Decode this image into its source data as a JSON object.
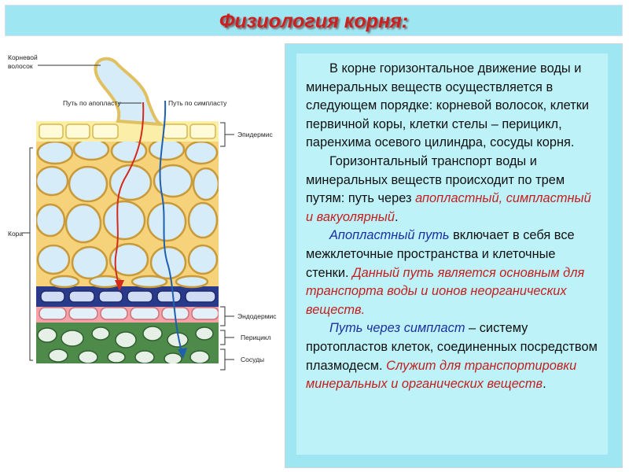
{
  "title": "Физиология корня:",
  "diagram": {
    "labels": {
      "root_hair": [
        "Корневой",
        "волосок"
      ],
      "apoplast_path": "Путь по апопласту",
      "symplast_path": "Путь по симпласту",
      "epidermis": "Эпидермис",
      "cortex": "Кора",
      "endodermis": "Эндодермис",
      "pericycle": "Перицикл",
      "vessels": "Сосуды"
    }
  },
  "text": {
    "p1": "В корне горизонтальное движение воды и минеральных веществ осуществляется в следующем порядке: корневой волосок, клетки первичной коры, клетки стелы – перицикл, паренхима осевого цилиндра, сосуды корня.",
    "p2_a": "Горизонтальный транспорт воды и минеральных веществ происходит по трем путям: путь через ",
    "p2_b": "апопластный, симпластный и вакуолярный",
    "p2_c": ".",
    "p3_a": "Апопластный путь",
    "p3_b": " включает в себя все межклеточные пространства и клеточные стенки. ",
    "p3_c": "Данный путь является основным для транспорта воды и ионов неорганических веществ.",
    "p4_a": "Путь через симпласт",
    "p4_b": " – систему протопластов клеток, соединенных посредством плазмодесм. ",
    "p4_c": "Служит для транспортировки минеральных и органических веществ",
    "p4_d": "."
  },
  "colors": {
    "title": "#cc2020",
    "panel": "#9fe6f3",
    "panel_inner": "#bdf2f8",
    "cell_wall": "#f0c060",
    "cell_fill": "#d6ecf8",
    "endodermis": "#1e2a6e",
    "pericycle": "#f4a3a8",
    "vessels": "#5a9a5a",
    "apoplast_arrow": "#d42a1e",
    "symplast_arrow": "#1f5fb0"
  }
}
